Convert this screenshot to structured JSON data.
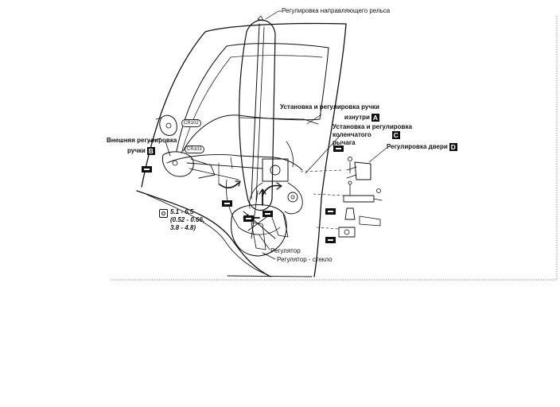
{
  "labels": {
    "guide_rail": "Регулировка направляющего рельса",
    "inside_handle_line1": "Установка и регулировка ручки",
    "inside_handle_line2": "изнутри",
    "inside_handle_letter": "A",
    "outside_handle_line1": "Внешняя регулировка",
    "outside_handle_line2": "ручки",
    "outside_handle_letter": "B",
    "crank_line1": "Установка и регулировка",
    "crank_line2": "коленчатого",
    "crank_line3": "рычага",
    "crank_letter": "C",
    "door_adjust": "Регулировка двери",
    "door_adjust_letter": "D",
    "regulator": "Регулятор",
    "regulator_glass": "Регулятор - стекло"
  },
  "torque": {
    "line1": "5.1 - 6.5",
    "line2": "(0.52 - 0.66,",
    "line3": "3.8 - 4.8)"
  },
  "tags": {
    "clip_upper": "CR102",
    "clip_lower": "CR103"
  },
  "icons": [
    "tool-symbol-icon",
    "torque-wrench-icon"
  ]
}
